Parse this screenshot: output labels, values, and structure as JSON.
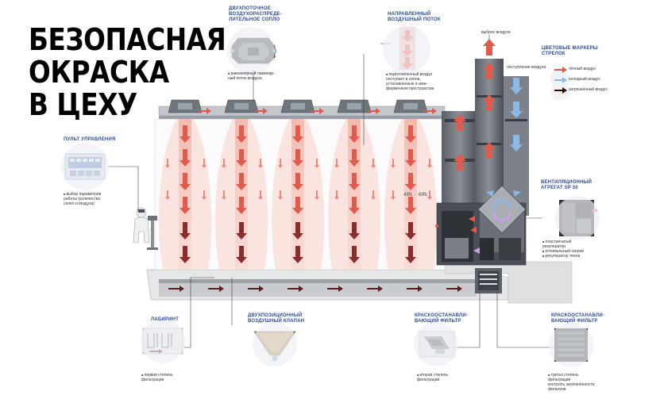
{
  "headline": {
    "line1": "БЕЗОПАСНАЯ",
    "line2": "ОКРАСКА",
    "line3": "В ЦЕХУ"
  },
  "callouts": {
    "nozzle": {
      "title": "ДВУХПОТОЧНОЕ\nВОЗДУХОРАСПРЕДЕ-\nЛИТЕЛЬНОЕ СОПЛО",
      "desc": "равномерный ламинар-\nный поток воздуха"
    },
    "directed": {
      "title": "НАПРАВЛЕННЫЙ\nВОЗДУШНЫЙ ПОТОК",
      "desc": "подготовленный воздух\nпоступает в сопла,\nустановленные в меж-\nферменном пространстве"
    },
    "exhaust": {
      "label": "выброс\nвоздуха"
    },
    "intake": {
      "label": "поступление\nвоздуха"
    },
    "markers": {
      "title": "ЦВЕТОВЫЕ МАРКЕРЫ\nСТРЕЛОК",
      "warm": "тёплый\nвоздух",
      "cold": "холодный\nвоздух",
      "dirty": "загрязнённый\nвоздух"
    },
    "panel": {
      "title": "ПУЛЬТ УПРАВЛЕНИЯ",
      "desc": "выбор параметров\nработы (количество\nсопел и воздуха)"
    },
    "unit": {
      "title": "ВЕНТИЛЯЦИОННЫЙ\nАГРЕГАТ SP 50",
      "desc1": "пластинчатый\nрекуператор",
      "desc2": "оптимальный нагрев",
      "desc3": "рекуператор тепла"
    },
    "labyrinth": {
      "title": "ЛАБИРИНТ",
      "desc": "первая степень\nфильтрации"
    },
    "valve": {
      "title": "ДВУХПОЗИЦИОННЫЙ\nВОЗДУШНЫЙ КЛАПАН"
    },
    "filter2": {
      "title": "КРАСКООСТАНАВЛИ-\nВАЮЩИЙ ФИЛЬТР",
      "desc": "вторая степень\nфильтрации"
    },
    "filter3": {
      "title": "КРАСКООСТАНАВЛИ-\nВАЮЩИЙ ФИЛЬТР",
      "desc": "третья степень\nфильтрации\nконтроль загрязнённости\nфильтров"
    }
  },
  "percent_labels": {
    "left": "40%",
    "right": "60%"
  },
  "colors": {
    "accent": "#2a4a9c",
    "warm": "#e05a4e",
    "cold": "#8cb8e6",
    "dirty": "#4a1e1e",
    "column": "#f6c9be"
  },
  "icons": [
    "person-icon",
    "control-panel-icon",
    "nozzle-icon",
    "ventilation-unit-icon",
    "filter-icon",
    "valve-icon",
    "labyrinth-icon",
    "recirculation-icon"
  ]
}
